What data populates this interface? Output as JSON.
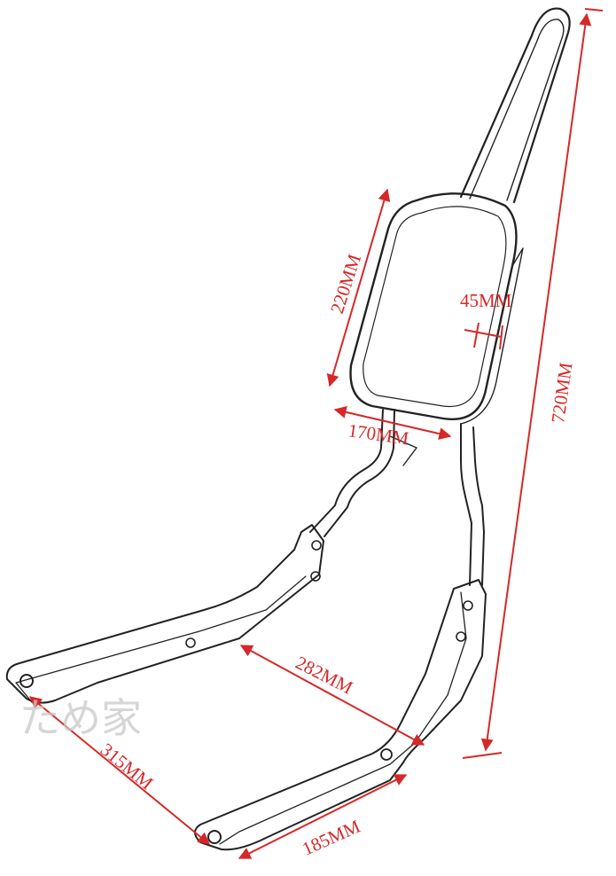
{
  "dimensions": {
    "backrest_height": "220MM",
    "pad_thickness": "45MM",
    "pad_width": "170MM",
    "total_height": "720MM",
    "inner_width": "282MM",
    "side_plate_length": "315MM",
    "lower_spacing": "185MM"
  },
  "watermark": "ため家",
  "colors": {
    "dimension": "#d62828",
    "outline": "#222222",
    "watermark": "#c9c9c9"
  }
}
